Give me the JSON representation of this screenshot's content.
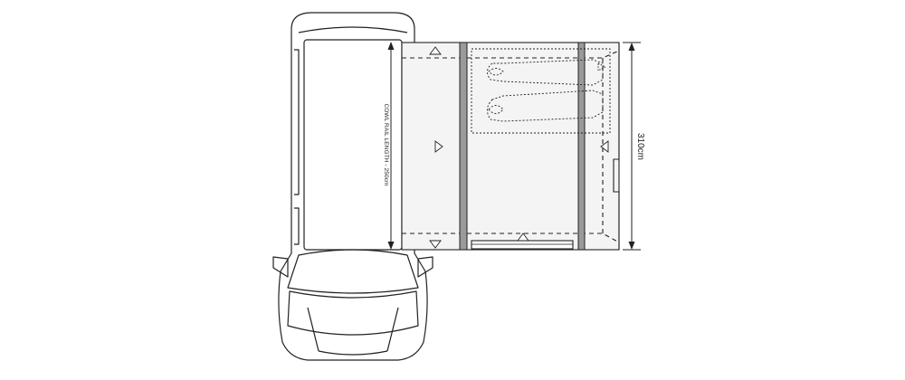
{
  "labels": {
    "cowl_rail": "COWL RAIL LENGTH - 250cm",
    "width_dim": "310cm"
  },
  "colors": {
    "line": "#222222",
    "pole": "#8a8a8a",
    "floor": "#f2f2f2",
    "background": "#ffffff"
  },
  "icons": [
    "van-top-view",
    "awning-tent",
    "sleeping-bag",
    "door-arrow"
  ]
}
